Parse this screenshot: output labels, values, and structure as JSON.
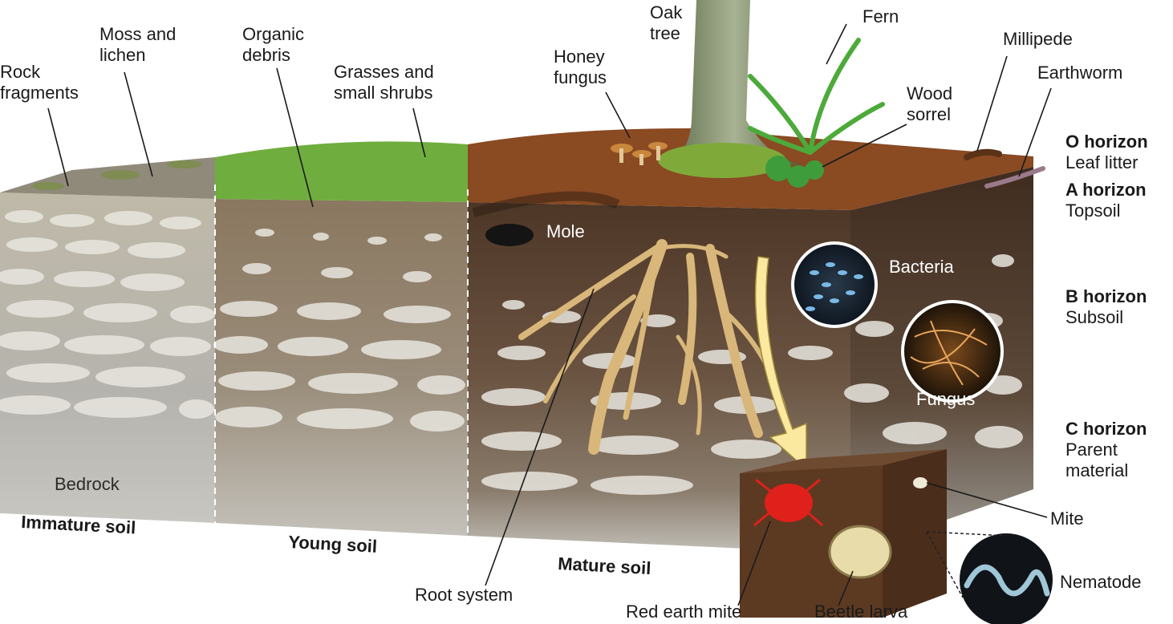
{
  "labels": {
    "rock_fragments": "Rock\nfragments",
    "moss_lichen": "Moss and\nlichen",
    "organic_debris": "Organic\ndebris",
    "grasses": "Grasses and\nsmall shrubs",
    "honey_fungus": "Honey\nfungus",
    "oak_tree": "Oak\ntree",
    "fern": "Fern",
    "wood_sorrel": "Wood\nsorrel",
    "millipede": "Millipede",
    "earthworm": "Earthworm",
    "mole": "Mole",
    "bacteria": "Bacteria",
    "fungus": "Fungus",
    "bedrock": "Bedrock",
    "root_system": "Root system",
    "mite": "Mite",
    "nematode": "Nematode",
    "red_earth_mite": "Red earth mite",
    "beetle_larva": "Beetle larva"
  },
  "soil_stages": {
    "immature": "Immature soil",
    "young": "Young soil",
    "mature": "Mature soil"
  },
  "horizons": [
    {
      "title": "O horizon",
      "subtitle": "Leaf litter"
    },
    {
      "title": "A horizon",
      "subtitle": "Topsoil"
    },
    {
      "title": "B horizon",
      "subtitle": "Subsoil"
    },
    {
      "title": "C horizon",
      "subtitle": "Parent\nmaterial"
    }
  ],
  "colors": {
    "bedrock": "#c9c7c0",
    "soil_dark": "#5c4431",
    "soil_young": "#7d6a55",
    "grass": "#6fae3e",
    "litter": "#8a4a22",
    "root": "#d9b77a",
    "arrow": "#fbe9a0"
  }
}
